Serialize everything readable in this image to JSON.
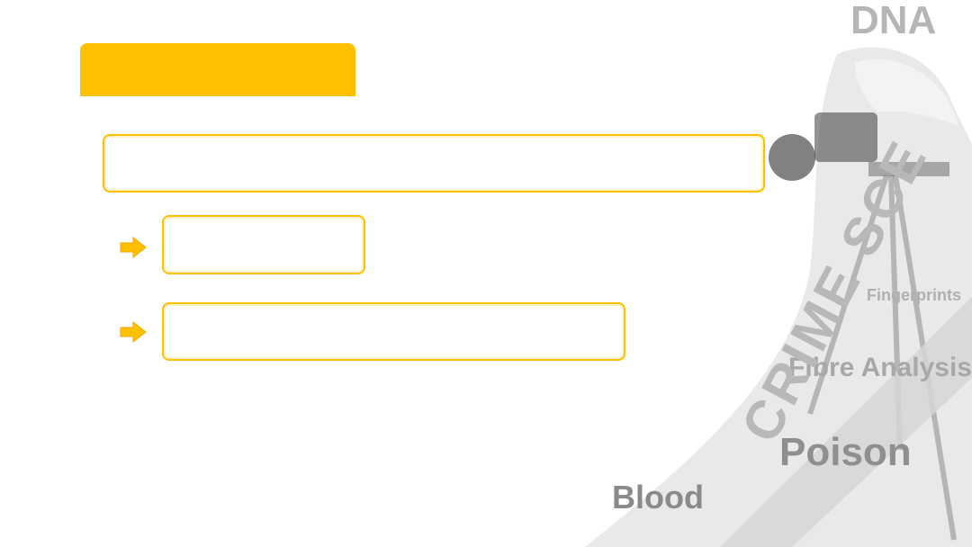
{
  "background": {
    "words": {
      "dna": "DNA",
      "fingerprints": "Fingerprints",
      "fibre": "Fibre Analysis",
      "poison": "Poison",
      "blood": "Blood",
      "crime_tape": "CRIME SCE"
    }
  },
  "colors": {
    "accent": "#ffc000",
    "box_border": "#ffc000",
    "background": "#ffffff"
  },
  "slide": {
    "title": "",
    "main_box": "",
    "sub_items": [
      "",
      ""
    ]
  },
  "icons": {
    "bullet": "right-arrow-icon"
  }
}
